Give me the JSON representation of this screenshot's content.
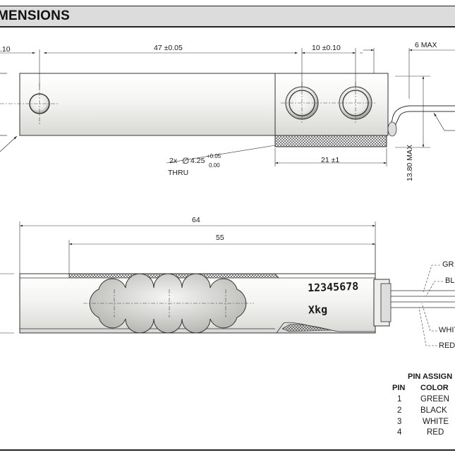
{
  "header": {
    "title": "MENSIONS"
  },
  "top_view": {
    "dim_left_partial": ".10",
    "dim_length": "47 ±0.05",
    "dim_hole_spacing": "10 ±0.10",
    "dim_max_width": "6 MAX",
    "hole_callout_qty": "2x",
    "hole_diameter_symbol": "∅",
    "hole_diameter": "4.25",
    "hole_tol_upper": "+0.05",
    "hole_tol_lower": "0.00",
    "hole_thru": "THRU",
    "dim_pad_length": "21 ±1",
    "dim_max_height": "13.80 MAX"
  },
  "side_view": {
    "dim_total": "64",
    "dim_gauge": "55",
    "serial": "12345678",
    "capacity": "Xkg",
    "wires": [
      "GR",
      "BL",
      "WHIT",
      "RED"
    ]
  },
  "pin_assignment": {
    "title": "PIN ASSIGN",
    "header_pin": "PIN",
    "header_color": "COLOR",
    "rows": [
      {
        "pin": "1",
        "color": "GREEN"
      },
      {
        "pin": "2",
        "color": "BLACK"
      },
      {
        "pin": "3",
        "color": "WHITE"
      },
      {
        "pin": "4",
        "color": "RED"
      }
    ]
  }
}
